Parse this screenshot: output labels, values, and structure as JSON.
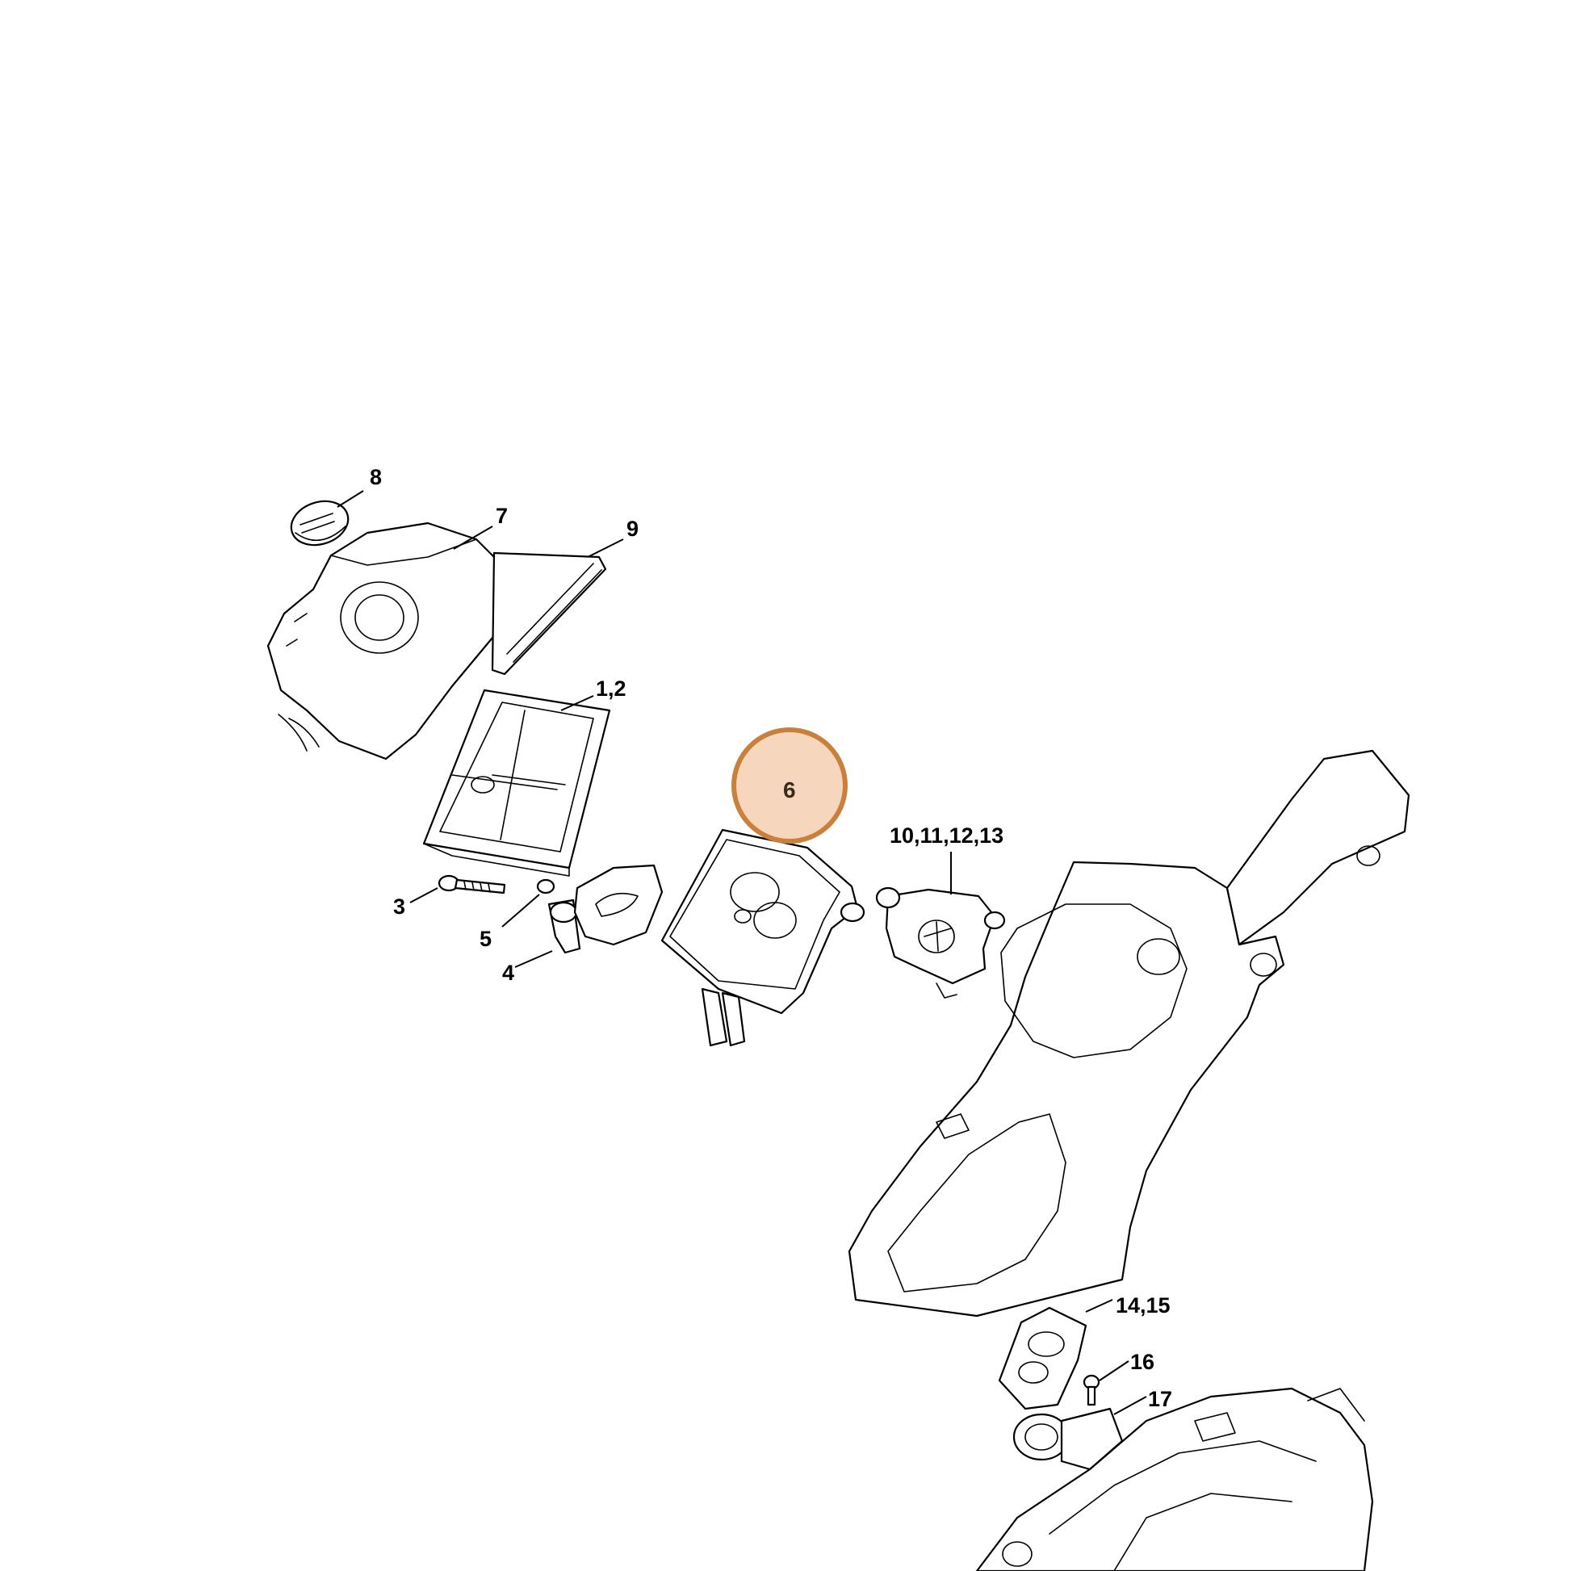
{
  "callouts": {
    "c1_2": "1,2",
    "c3": "3",
    "c4": "4",
    "c5": "5",
    "c6": "6",
    "c7": "7",
    "c8": "8",
    "c9": "9",
    "c10_13": "10,11,12,13",
    "c14_15": "14,15",
    "c16": "16",
    "c17": "17"
  },
  "highlight": {
    "label": "6",
    "ring_color": "#c9803a",
    "fill_color": "#f6d6bd"
  }
}
